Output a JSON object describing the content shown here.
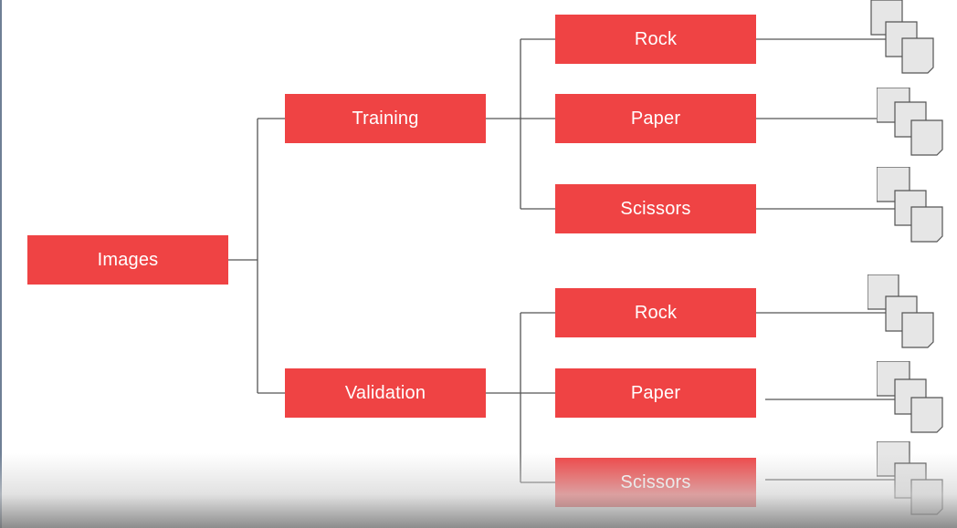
{
  "diagram": {
    "root": {
      "label": "Images"
    },
    "splits": [
      {
        "label": "Training",
        "classes": [
          {
            "label": "Rock"
          },
          {
            "label": "Paper"
          },
          {
            "label": "Scissors"
          }
        ]
      },
      {
        "label": "Validation",
        "classes": [
          {
            "label": "Rock"
          },
          {
            "label": "Paper"
          },
          {
            "label": "Scissors"
          }
        ]
      }
    ]
  },
  "colors": {
    "box": "#ef4344",
    "box_text": "#ffffff",
    "line": "#555555",
    "doc_fill": "#e6e6e6",
    "doc_stroke": "#555555"
  },
  "icons": {
    "file_stack": "file-stack-icon"
  }
}
